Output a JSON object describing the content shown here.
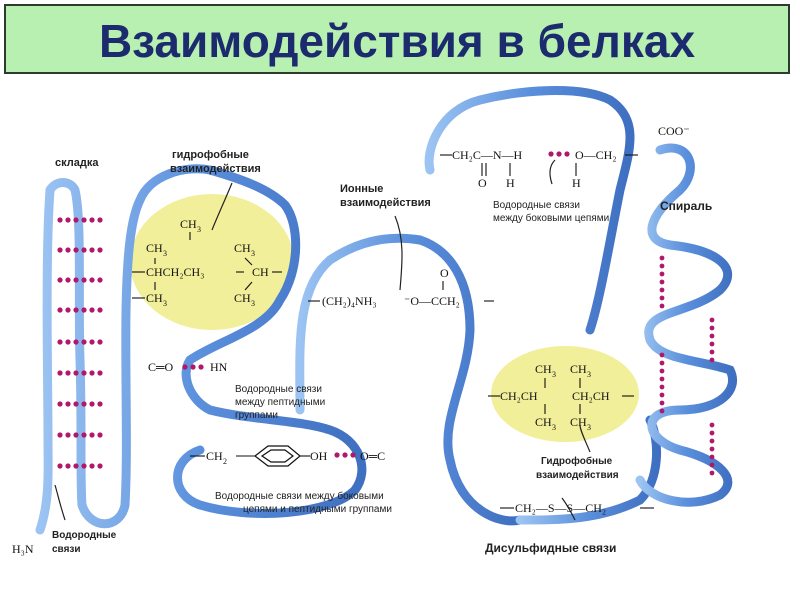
{
  "title": "Взаимодействия в белках",
  "labels": {
    "fold": "складка",
    "hydrophobic1_line1": "гидрофобные",
    "hydrophobic1_line2": "взаимодействия",
    "ionic_line1": "Ионные",
    "ionic_line2": "взаимодействия",
    "hbond_side_line1": "Водородные связи",
    "hbond_side_line2": "между боковыми цепями",
    "spiral": "Спираль",
    "hbond_peptide_line1": "Водородные связи",
    "hbond_peptide_line2": "между пептидными",
    "hbond_peptide_line3": "группами",
    "hbond_mixed_line1": "Водородные связи между боковыми",
    "hbond_mixed_line2": "цепями и пептидными группами",
    "hydrophobic2_line1": "Гидрофобные",
    "hydrophobic2_line2": "взаимодействия",
    "hbonds_line1": "Водородные",
    "hbonds_line2": "связи",
    "disulfide": "Дисульфидные связи"
  },
  "chem": {
    "coo": "COO⁻",
    "h3n": "H₃N",
    "ch3": "CH",
    "sub3": "3",
    "chchch": "CHCH₂CH₃",
    "ch": "CH",
    "co_hn_c": "C═O",
    "co_hn_hn": "HN",
    "ch2": "CH",
    "sub2": "2",
    "oh": "OH",
    "oc": "O═C",
    "ionic_left": "(CH₂)₄NH₃",
    "ionic_right": "⁻O—CCH₂",
    "o": "O",
    "side_chain": "CH₂C—N—H",
    "side_chain_right": "O—CH₂",
    "h": "H",
    "ch2ch": "CH₂CH",
    "ch2ch_r": "CH₂CH",
    "disulfide_chain": "CH₂—S—S—CH₂"
  },
  "colors": {
    "ribbon": "#6b9de0",
    "ribbon_edge": "#3f6fc0",
    "dot": "#b0186b",
    "hydrophobic_fill": "#f2ef9a",
    "title_bg": "#b7f0b0",
    "title_text": "#1c2a6e"
  }
}
